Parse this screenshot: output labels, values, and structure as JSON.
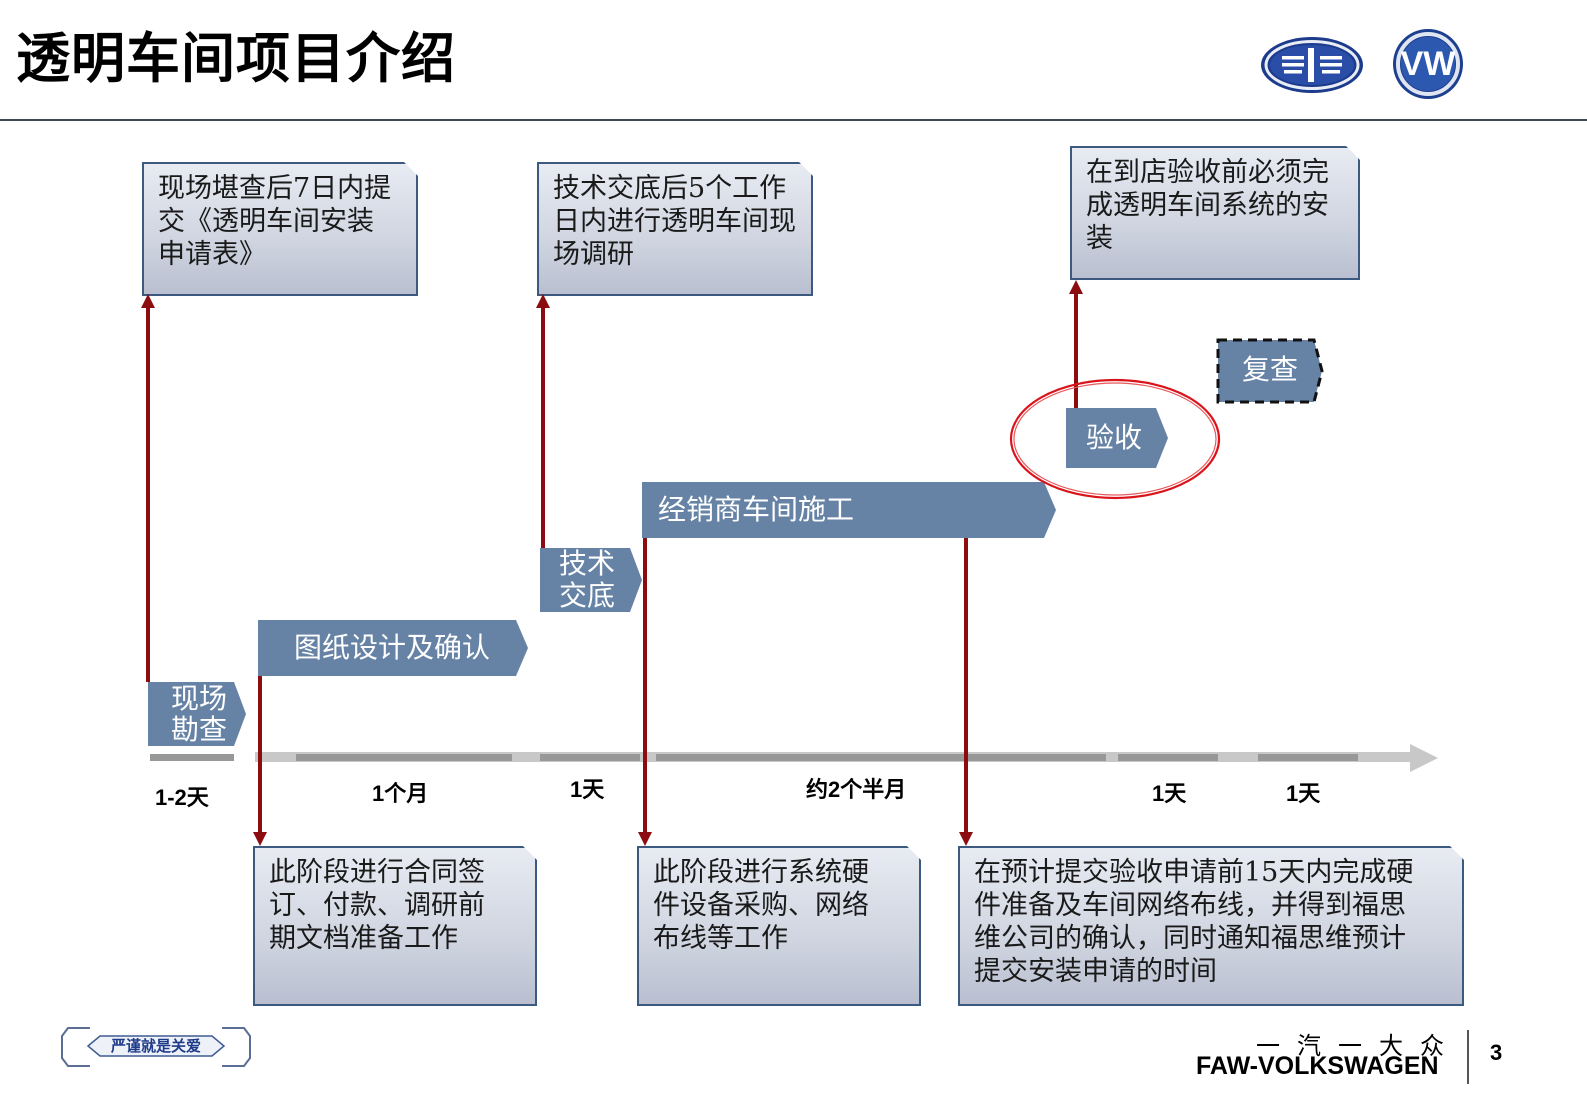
{
  "header": {
    "title": "透明车间项目介绍",
    "logos": [
      "faw-logo",
      "volkswagen-logo"
    ]
  },
  "top_notes": [
    {
      "text": "现场堪查后7日内提交《透明车间安装申请表》",
      "lines": [
        "现场堪查后7日内提",
        "交《透明车间安装",
        "申请表》"
      ]
    },
    {
      "text": "技术交底后5个工作日内进行透明车间现场调研",
      "lines": [
        "技术交底后5个工作",
        "日内进行透明车间现",
        "场调研"
      ]
    },
    {
      "text": "在到店验收前必须完成透明车间系统的安装",
      "lines": [
        "在到店验收前必须完",
        "成透明车间系统的安",
        "装"
      ]
    }
  ],
  "bottom_notes": [
    {
      "text": "此阶段进行合同签订、付款、调研前期文档准备工作",
      "lines": [
        "此阶段进行合同签",
        "订、付款、调研前",
        "期文档准备工作"
      ]
    },
    {
      "text": "此阶段进行系统硬件设备采购、网络布线等工作",
      "lines": [
        "此阶段进行系统硬",
        "件设备采购、网络",
        "布线等工作"
      ]
    },
    {
      "text": "在预计提交验收申请前15天内完成硬件准备及车间网络布线，并得到福思维公司的确认，同时通知福思维预计提交安装申请的时间",
      "lines": [
        "在预计提交验收申请前15天内完成硬",
        "件准备及车间网络布线，并得到福思",
        "维公司的确认，同时通知福思维预计",
        "提交安装申请的时间"
      ]
    }
  ],
  "phases": [
    {
      "label_lines": [
        "现场",
        "勘查"
      ],
      "duration": "1-2天"
    },
    {
      "label": "图纸设计及确认",
      "duration": "1个月"
    },
    {
      "label_lines": [
        "技术",
        "交底"
      ],
      "duration": "1天"
    },
    {
      "label": "经销商车间施工",
      "duration": "约2个半月"
    },
    {
      "label": "验收",
      "duration": "1天",
      "highlighted": true
    },
    {
      "label": "复查",
      "duration": "1天",
      "dashed": true
    }
  ],
  "colors": {
    "phase_fill": "#6683a6",
    "connector": "#8b0d10",
    "highlight_circle": "#d9141b",
    "note_border": "#3c5a80"
  },
  "footer": {
    "brand_cn": "一汽一大众",
    "brand_en": "FAW-VOLKSWAGEN",
    "page_number": "3",
    "slogan_logo": "严谨就是关爱"
  }
}
